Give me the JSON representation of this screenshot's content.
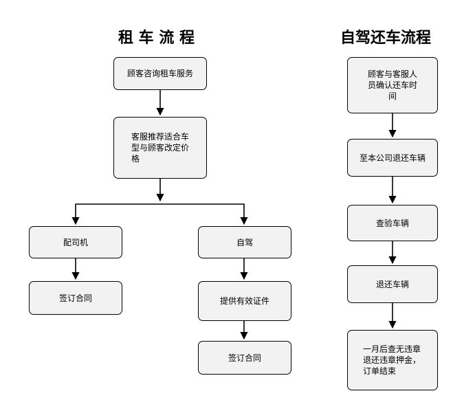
{
  "rental": {
    "title": "租 车 流 程",
    "step_inquiry": "顾客咨询租车服务",
    "step_recommend": "客服推荐适合车型与顾客改定价格",
    "option_driver": "配司机",
    "option_self": "自驾",
    "driver_contract": "签订合同",
    "self_documents": "提供有效证件",
    "self_contract": "签订合同"
  },
  "return": {
    "title": "自驾还车流程",
    "step_confirm": "顾客与客服人员确认还车时间",
    "step_return_to_company": "至本公司退还车辆",
    "step_inspect": "查验车辆",
    "step_return_vehicle": "退还车辆",
    "step_finish": "一月后查无违章退还违章押金，订单结束"
  }
}
